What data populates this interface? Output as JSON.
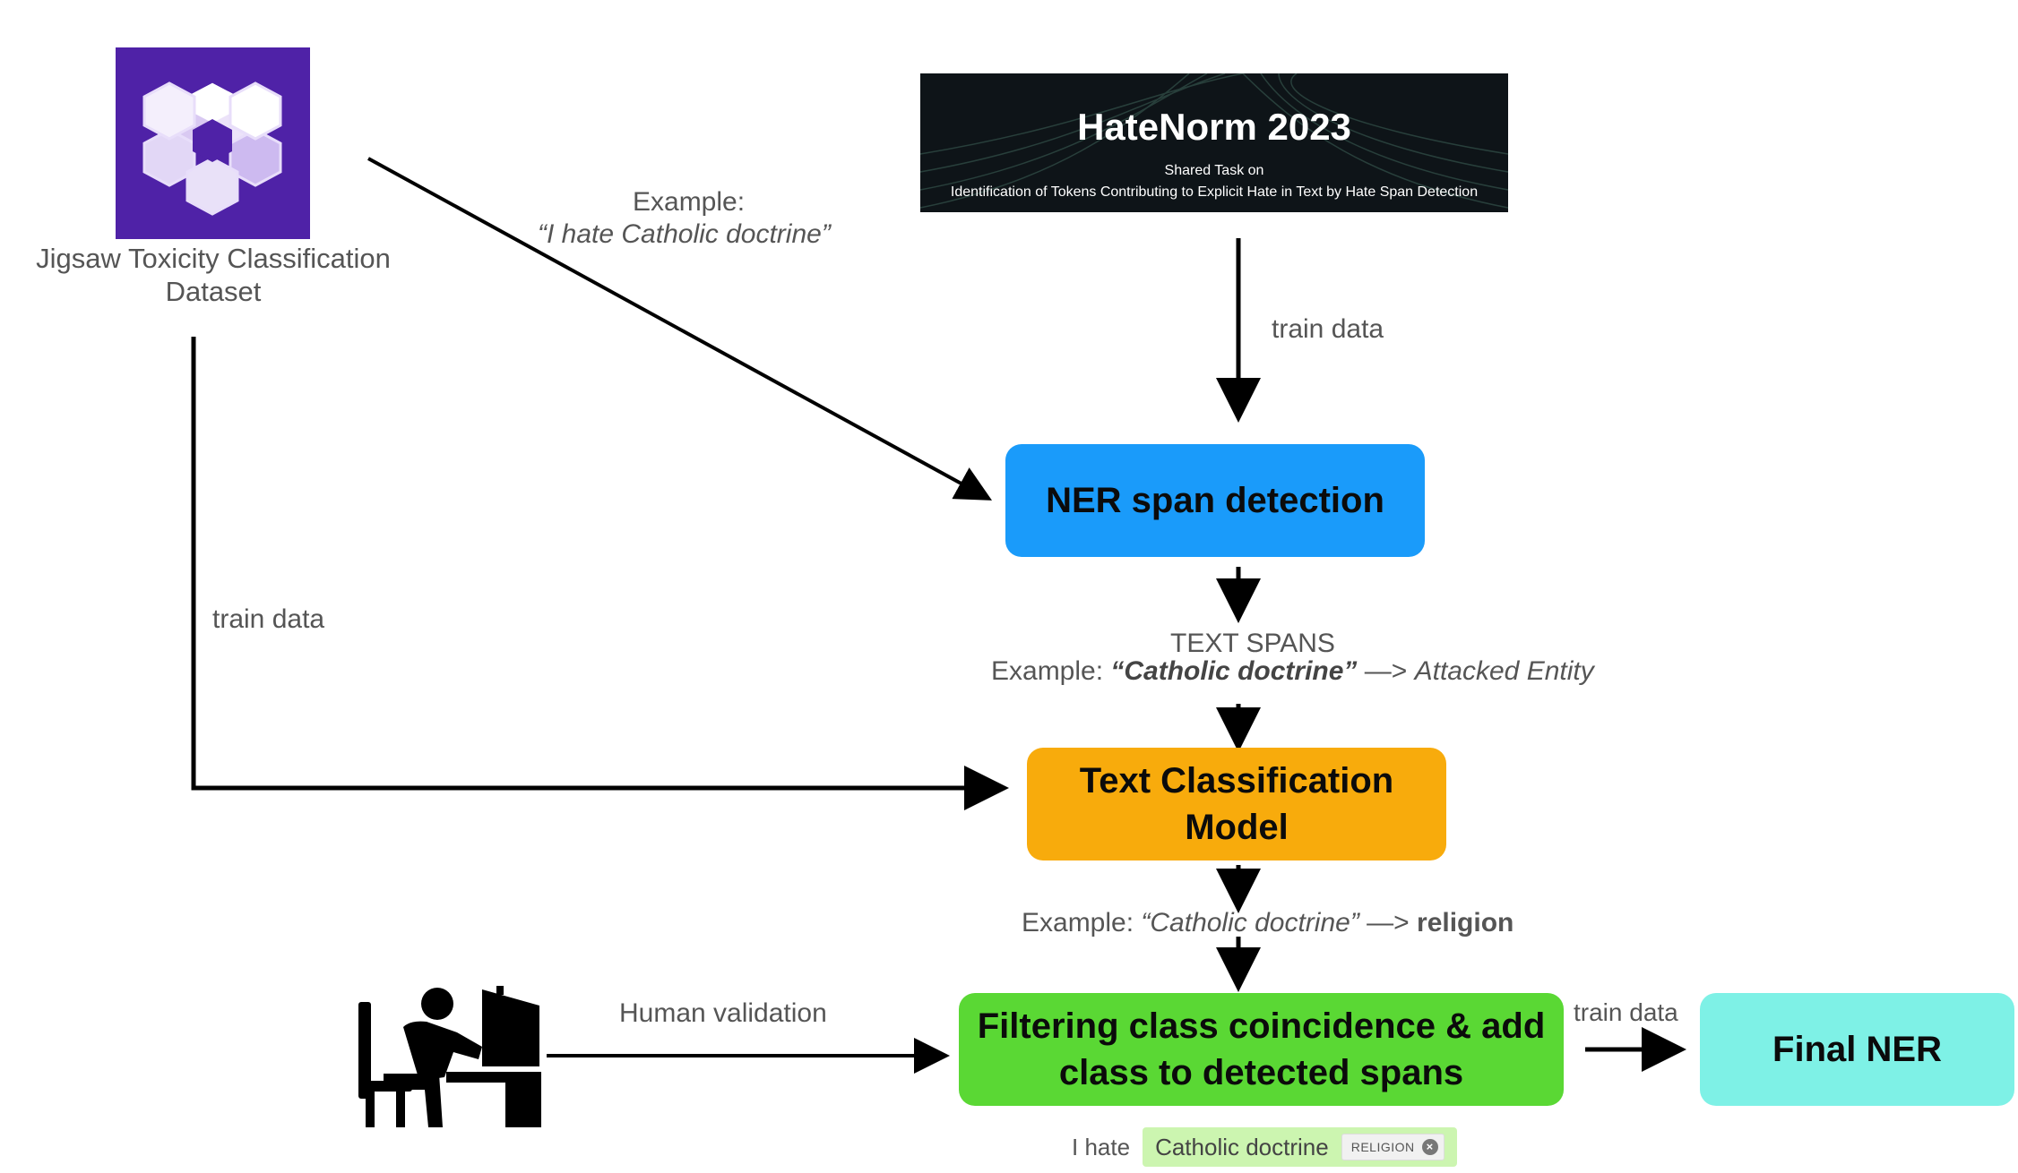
{
  "jigsaw": {
    "caption_line1": "Jigsaw Toxicity Classification",
    "caption_line2": "Dataset",
    "logo_icon": "jigsaw-cube-logo-icon"
  },
  "hatenorm": {
    "title": "HateNorm 2023",
    "subtitle_line1": "Shared Task on",
    "subtitle_line2": "Identification of Tokens Contributing to Explicit Hate in Text by Hate Span Detection"
  },
  "example_top": {
    "label": "Example:",
    "quote": "“I hate Catholic doctrine”"
  },
  "edges": {
    "hatenorm_train": "train data",
    "jigsaw_train": "train data",
    "human_validation": "Human validation",
    "final_train": "train data"
  },
  "boxes": {
    "ner": "NER span detection",
    "classification_line1": "Text Classification",
    "classification_line2": "Model",
    "filtering_line1": "Filtering class coincidence & add",
    "filtering_line2": "class to detected spans",
    "final": "Final NER"
  },
  "text_spans": {
    "heading": "TEXT SPANS",
    "example_prefix": "Example: ",
    "example_quote": "“Catholic doctrine”",
    "arrow": " —> ",
    "example_result": "Attacked Entity"
  },
  "classification_example": {
    "prefix": "Example: ",
    "quote": "“Catholic doctrine”",
    "arrow": " —> ",
    "result": "religion"
  },
  "annotated_span": {
    "prefix": "I  hate",
    "span": "Catholic  doctrine",
    "tag": "RELIGION",
    "remove_icon": "close-circle-icon"
  },
  "human_icon": "person-at-computer-icon",
  "colors": {
    "ner": "#1a9bfa",
    "classification": "#f8ab0c",
    "filtering": "#5ad834",
    "final": "#7ef1e6",
    "jigsaw_purple": "#4f22a7"
  }
}
